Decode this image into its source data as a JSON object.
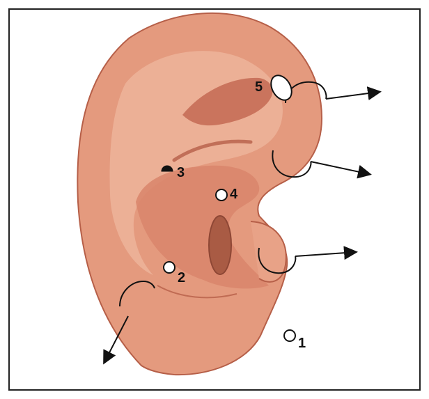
{
  "diagram": {
    "colors": {
      "skin": "#E49A7E",
      "skin_light": "#EFB79F",
      "skin_dark": "#C66E57",
      "canal": "#A95B44",
      "outline": "#B65F48",
      "marker_stroke": "#111111",
      "marker_fill": "#ffffff",
      "arrow": "#111111"
    },
    "points": [
      {
        "number": "1",
        "marker": "open-circle"
      },
      {
        "number": "2",
        "marker": "open-circle"
      },
      {
        "number": "3",
        "marker": "filled-half-circle"
      },
      {
        "number": "4",
        "marker": "open-circle"
      },
      {
        "number": "5",
        "marker": "white-oval"
      }
    ],
    "arrows_count": 4
  }
}
